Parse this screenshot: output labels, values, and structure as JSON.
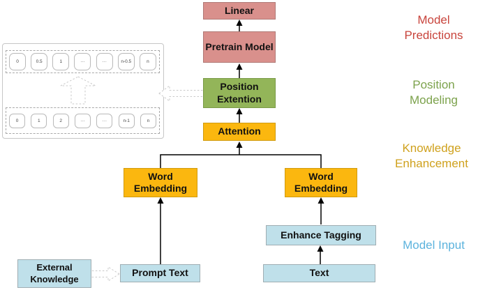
{
  "diagram": {
    "nodes": {
      "linear": "Linear",
      "pretrain_model": "Pretrain Model",
      "position_extention": "Position Extention",
      "attention": "Attention",
      "word_embedding_left": "Word Embedding",
      "word_embedding_right": "Word Embedding",
      "enhance_tagging": "Enhance Tagging",
      "prompt_text": "Prompt Text",
      "text": "Text",
      "external_knowledge": "External Knowledge"
    },
    "side_labels": [
      {
        "label": "Model Predictions",
        "color": "#c8443c"
      },
      {
        "label": "Position Modeling",
        "color": "#7ca24c"
      },
      {
        "label": "Knowledge Enhancement",
        "color": "#cfa11d"
      },
      {
        "label": "Model Input",
        "color": "#5cb3dd"
      }
    ],
    "panel": {
      "top_row": [
        "0",
        "0.5",
        "1",
        "···",
        "···",
        "n-0.5",
        "n"
      ],
      "bottom_row": [
        "0",
        "1",
        "2",
        "···",
        "···",
        "n-1",
        "n"
      ]
    },
    "colors": {
      "salmon_fill": "#d9908c",
      "salmon_border": "#b07a76",
      "green_fill": "#93b559",
      "green_border": "#7a9b48",
      "orange_fill": "#fbb70f",
      "orange_border": "#d09b10",
      "blue_fill": "#bfe0ea",
      "blue_border": "#9fadb2",
      "arrow": "#000000",
      "dashed": "#c9c9c9"
    }
  }
}
